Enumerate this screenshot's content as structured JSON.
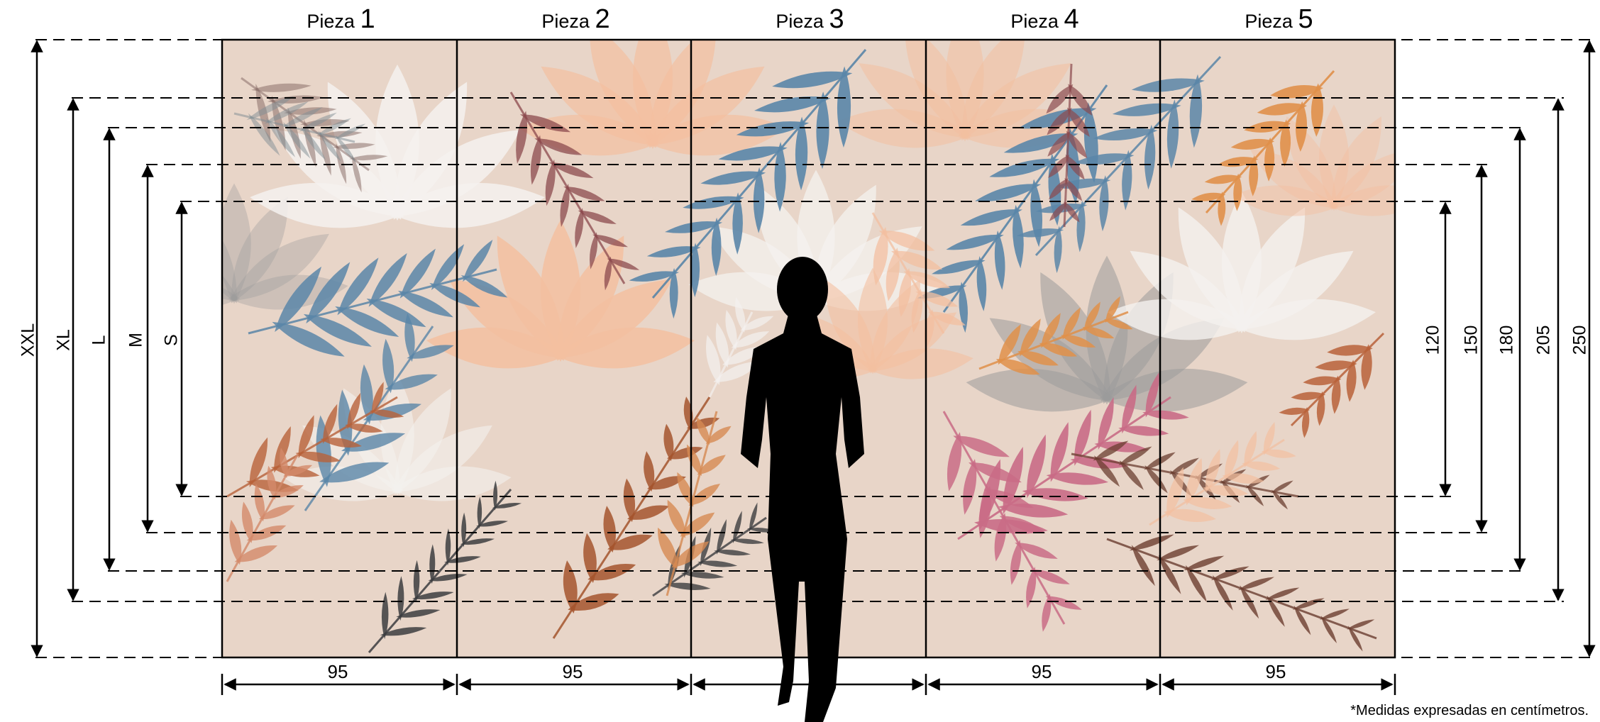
{
  "pieces": [
    {
      "word": "Pieza",
      "number": "1"
    },
    {
      "word": "Pieza",
      "number": "2"
    },
    {
      "word": "Pieza",
      "number": "3"
    },
    {
      "word": "Pieza",
      "number": "4"
    },
    {
      "word": "Pieza",
      "number": "5"
    }
  ],
  "sizes": [
    {
      "name": "XXL",
      "height": "250"
    },
    {
      "name": "XL",
      "height": "205"
    },
    {
      "name": "L",
      "height": "180"
    },
    {
      "name": "M",
      "height": "150"
    },
    {
      "name": "S",
      "height": "120"
    }
  ],
  "piece_width": "95",
  "footnote": "*Medidas expresadas en centímetros.",
  "colors": {
    "background": "#e8d5c8",
    "leaf_blue": "#5a86a8",
    "leaf_peach": "#f3bfa0",
    "leaf_rust": "#b8613a",
    "leaf_pink": "#c96c86",
    "leaf_white": "#f4f1ef",
    "leaf_grey": "#9a9a9a",
    "leaf_dark": "#3c3d40",
    "silhouette": "#000000"
  }
}
